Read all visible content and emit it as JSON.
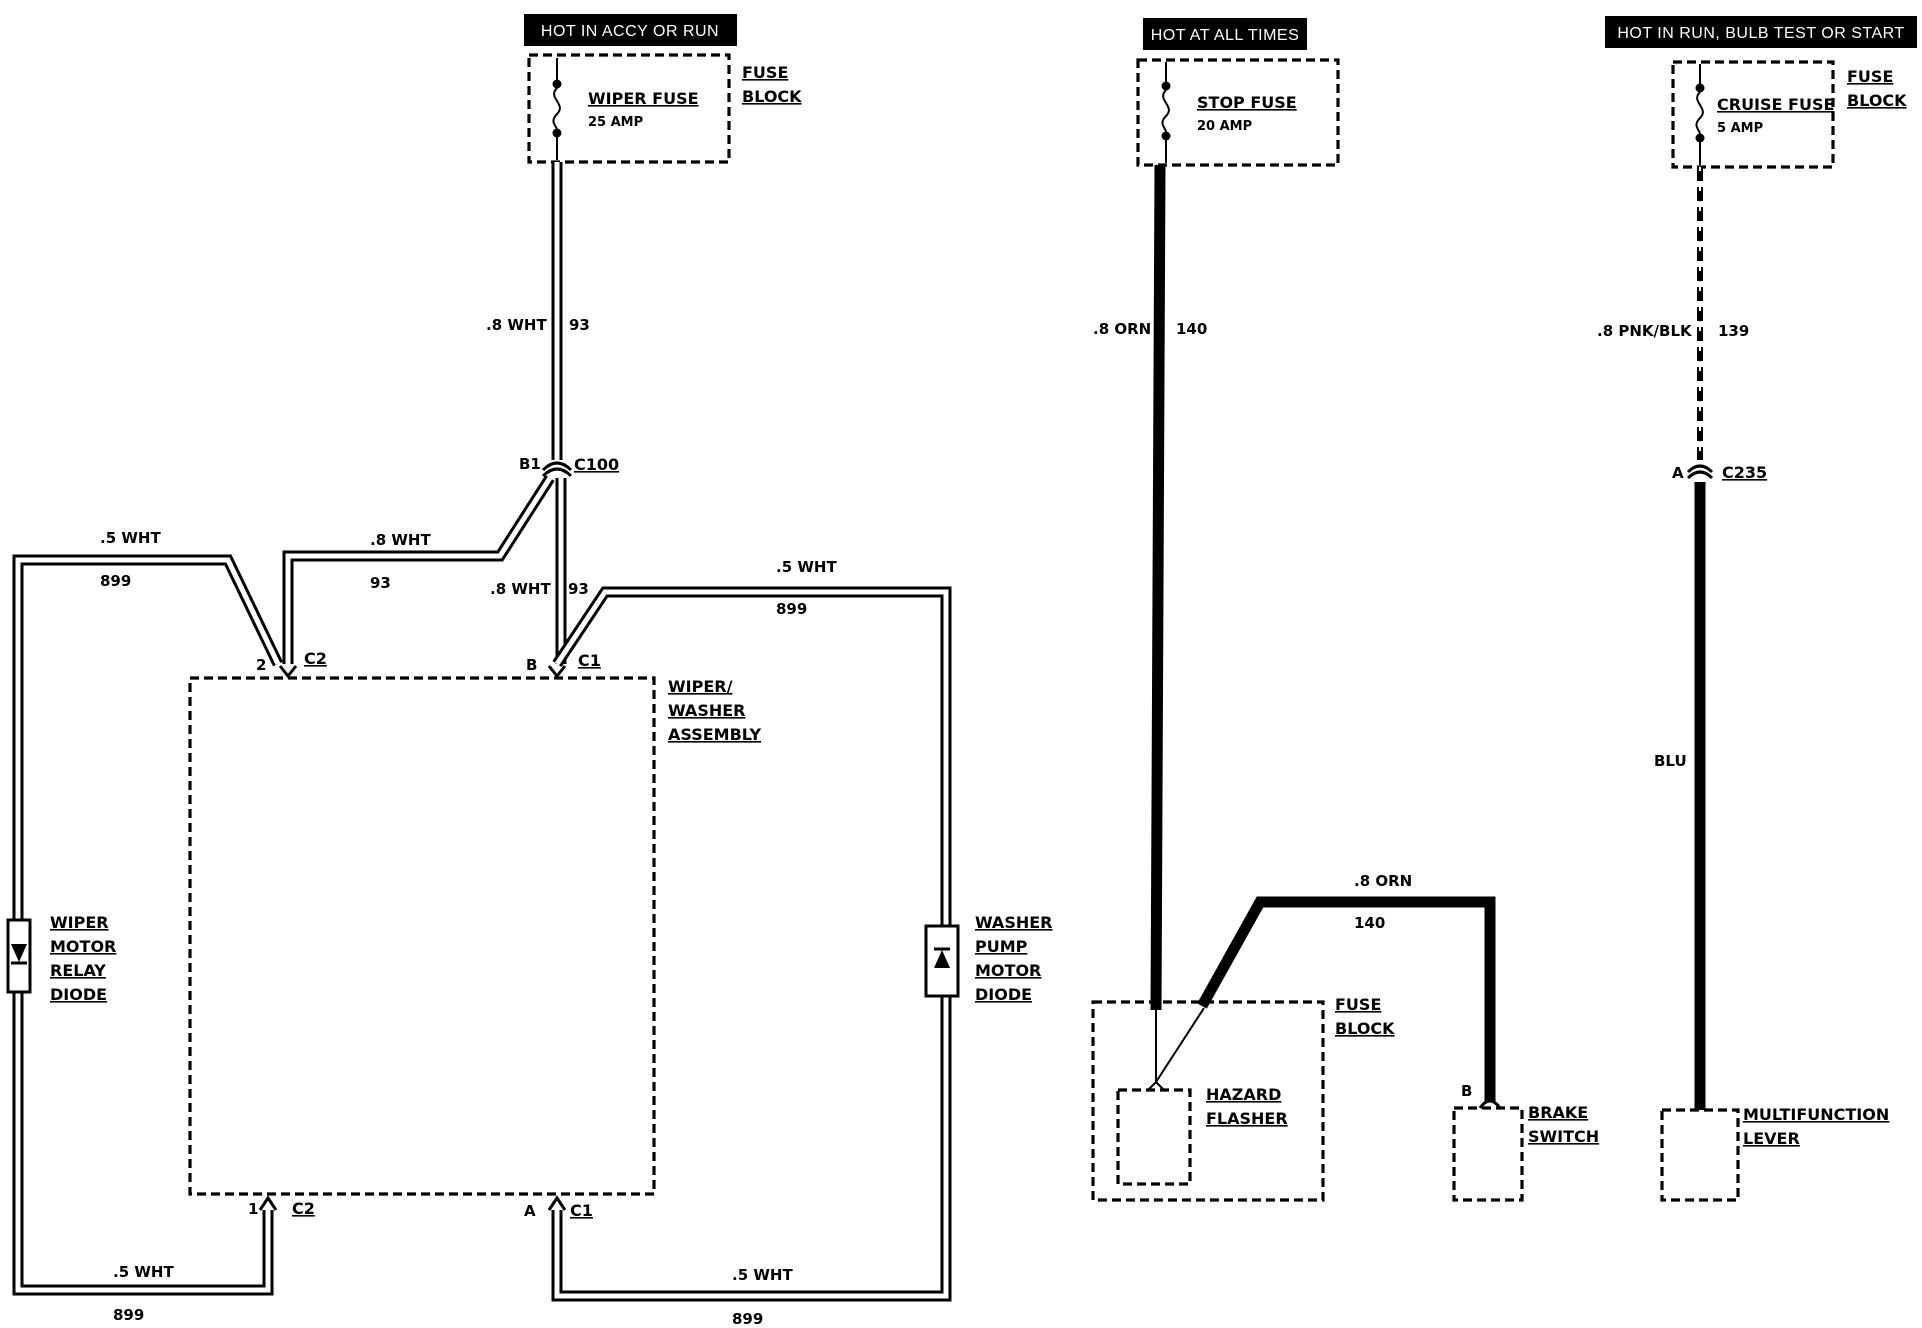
{
  "headers": {
    "wiper": "HOT IN ACCY OR RUN",
    "stop": "HOT AT ALL TIMES",
    "cruise": "HOT IN RUN, BULB TEST OR START"
  },
  "fuses": {
    "wiper": {
      "name": "WIPER FUSE",
      "rating": "25 AMP"
    },
    "stop": {
      "name": "STOP FUSE",
      "rating": "20 AMP"
    },
    "cruise": {
      "name": "CRUISE FUSE",
      "rating": "5 AMP"
    }
  },
  "fuse_block": {
    "line1": "FUSE",
    "line2": "BLOCK"
  },
  "wires": {
    "w93_top": {
      "gauge": ".8 WHT",
      "circuit": "93"
    },
    "w93_left": {
      "gauge": ".8 WHT",
      "circuit": "93"
    },
    "w93_down": {
      "gauge": ".8 WHT",
      "circuit": "93"
    },
    "w899_left_top": {
      "gauge": ".5 WHT",
      "circuit": "899"
    },
    "w899_right_top": {
      "gauge": ".5 WHT",
      "circuit": "899"
    },
    "w899_left_bottom": {
      "gauge": ".5 WHT",
      "circuit": "899"
    },
    "w899_right_bottom": {
      "gauge": ".5 WHT",
      "circuit": "899"
    },
    "w140_top": {
      "gauge": ".8 ORN",
      "circuit": "140"
    },
    "w140_brake": {
      "gauge": ".8 ORN",
      "circuit": "140"
    },
    "w139": {
      "gauge": ".8 PNK/BLK",
      "circuit": "139"
    },
    "blu": {
      "gauge": "BLU"
    }
  },
  "connectors": {
    "c100": {
      "pin": "B1",
      "name": "C100"
    },
    "c2_top": {
      "pin": "2",
      "name": "C2"
    },
    "c1_top": {
      "pin": "B",
      "name": "C1"
    },
    "c2_bottom": {
      "pin": "1",
      "name": "C2"
    },
    "c1_bottom": {
      "pin": "A",
      "name": "C1"
    },
    "c235": {
      "pin": "A",
      "name": "C235"
    },
    "brake": {
      "pin": "B"
    }
  },
  "components": {
    "wiper_assembly": [
      "WIPER/",
      "WASHER",
      "ASSEMBLY"
    ],
    "wiper_diode": [
      "WIPER",
      "MOTOR",
      "RELAY",
      "DIODE"
    ],
    "washer_diode": [
      "WASHER",
      "PUMP",
      "MOTOR",
      "DIODE"
    ],
    "hazard_flasher": [
      "HAZARD",
      "FLASHER"
    ],
    "brake_switch": [
      "BRAKE",
      "SWITCH"
    ],
    "multifunction": [
      "MULTIFUNCTION",
      "LEVER"
    ]
  }
}
